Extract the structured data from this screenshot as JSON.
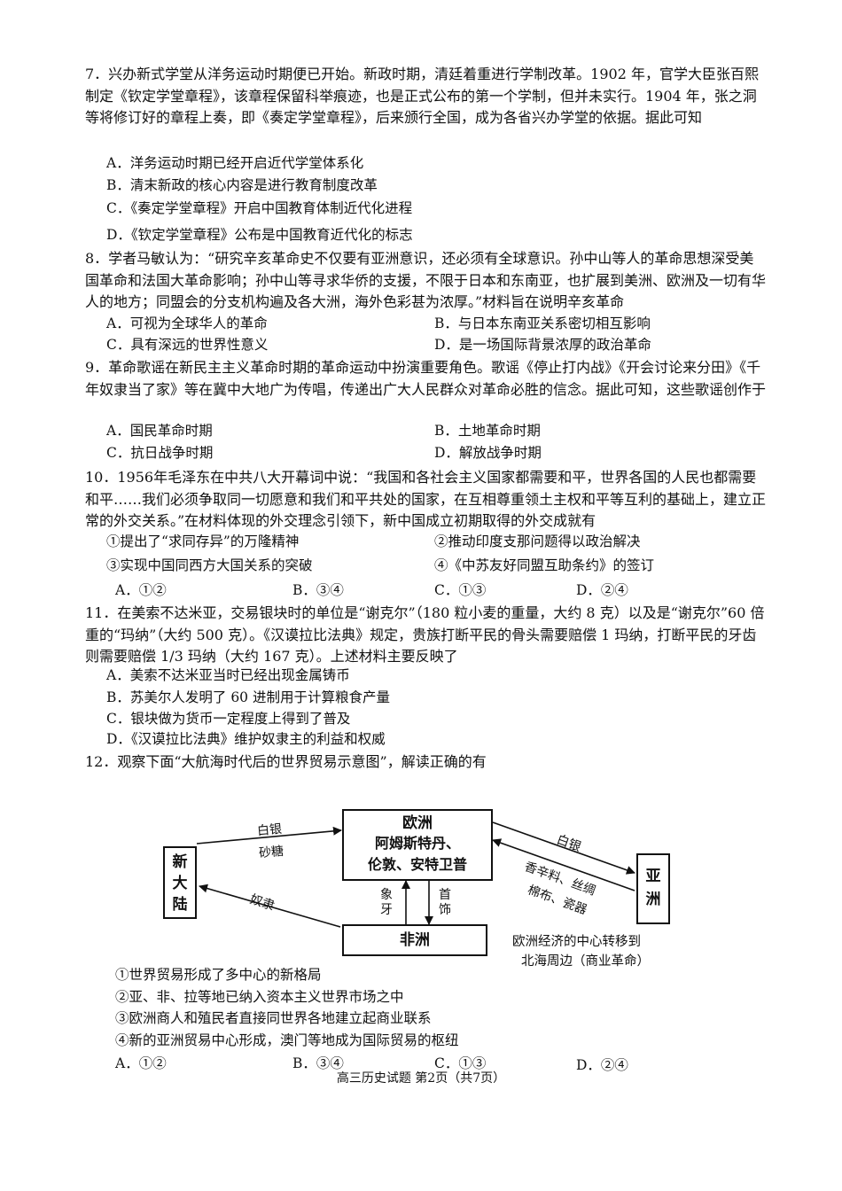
{
  "q7": {
    "stem": "7．兴办新式学堂从洋务运动时期便已开始。新政时期，清廷着重进行学制改革。1902 年，官学大臣张百熙制定《钦定学堂章程》，该章程保留科举痕迹，也是正式公布的第一个学制，但并未实行。1904 年，张之洞等将修订好的章程上奏，即《奏定学堂章程》，后来颁行全国，成为各省兴办学堂的依据。据此可知",
    "options": [
      "A．洋务运动时期已经开启近代学堂体系化",
      "B．清末新政的核心内容是进行教育制度改革",
      "C．《奏定学堂章程》开启中国教育体制近代化进程",
      "D．《钦定学堂章程》公布是中国教育近代化的标志"
    ]
  },
  "q8": {
    "stem": "8．学者马敏认为：“研究辛亥革命史不仅要有亚洲意识，还必须有全球意识。孙中山等人的革命思想深受美国革命和法国大革命影响；孙中山等寻求华侨的支援，不限于日本和东南亚，也扩展到美洲、欧洲及一切有华人的地方；同盟会的分支机构遍及各大洲，海外色彩甚为浓厚。”材料旨在说明辛亥革命",
    "options": [
      "A．可视为全球华人的革命",
      "B．与日本东南亚关系密切相互影响",
      "C．具有深远的世界性意义",
      "D．是一场国际背景浓厚的政治革命"
    ]
  },
  "q9": {
    "stem": "9．革命歌谣在新民主主义革命时期的革命运动中扮演重要角色。歌谣《停止打内战》《开会讨论来分田》《千年奴隶当了家》等在冀中大地广为传唱，传递出广大人民群众对革命必胜的信念。据此可知，这些歌谣创作于",
    "options": [
      "A．国民革命时期",
      "B．土地革命时期",
      "C．抗日战争时期",
      "D．解放战争时期"
    ]
  },
  "q10": {
    "stem": "10．1956年毛泽东在中共八大开幕词中说：“我国和各社会主义国家都需要和平，世界各国的人民也都需要和平……我们必须争取同一切愿意和我们和平共处的国家，在互相尊重领土主权和平等互利的基础上，建立正常的外交关系。”在材料体现的外交理念引领下，新中国成立初期取得的外交成就有",
    "items": [
      "①提出了“求同存异”的万隆精神",
      "②推动印度支那问题得以政治解决",
      "③实现中国同西方大国关系的突破",
      "④《中苏友好同盟互助条约》的签订"
    ],
    "options": [
      "A．①②",
      "B．③④",
      "C．①③",
      "D．②④"
    ]
  },
  "q11": {
    "stem": "11．在美索不达米亚，交易银块时的单位是“谢克尔”（180 粒小麦的重量，大约 8 克）以及是“谢克尔”60 倍重的“玛纳”（大约 500 克）。《汉谟拉比法典》规定，贵族打断平民的骨头需要赔偿 1 玛纳，打断平民的牙齿则需要赔偿 1/3 玛纳（大约 167 克）。上述材料主要反映了",
    "options": [
      "A．美索不达米亚当时已经出现金属铸币",
      "B．苏美尔人发明了 60 进制用于计算粮食产量",
      "C．银块做为货币一定程度上得到了普及",
      "D．《汉谟拉比法典》维护奴隶主的利益和权威"
    ]
  },
  "q12": {
    "stem": "12．观察下面“大航海时代后的世界贸易示意图”，解读正确的有",
    "diagram": {
      "europe_title": "欧洲",
      "europe_line1": "阿姆斯特丹、",
      "europe_line2": "伦敦、安特卫普",
      "new_world": "新大陆",
      "asia": "亚洲",
      "africa": "非洲",
      "silver_left": "白银",
      "sugar": "砂糖",
      "slaves": "奴隶",
      "silver_right": "白银",
      "spices": "香辛料、丝绸",
      "cotton": "棉布、瓷器",
      "ivory": "象牙",
      "jewelry": "首饰",
      "note_line1": "欧洲经济的中心转移到",
      "note_line2": "北海周边（商业革命）"
    },
    "items": [
      "①世界贸易形成了多中心的新格局",
      "②亚、非、拉等地已纳入资本主义世界市场之中",
      "③欧洲商人和殖民者直接同世界各地建立起商业联系",
      "④新的亚洲贸易中心形成，澳门等地成为国际贸易的枢纽"
    ],
    "options": [
      "A．①②",
      "B．③④",
      "C．①③",
      "D．②④"
    ]
  },
  "footer": "高三历史试题 第2页（共7页）"
}
